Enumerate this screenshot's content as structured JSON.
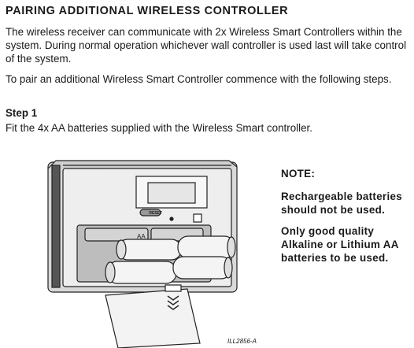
{
  "document": {
    "heading": "PAIRING ADDITIONAL WIRELESS CONTROLLER",
    "paragraphs": [
      "The wireless receiver can communicate with 2x Wireless Smart Controllers within the system. During normal operation whichever wall controller is used last will take control of the system.",
      "To pair an additional Wireless Smart Controller commence with the following steps."
    ],
    "step": {
      "title": "Step 1",
      "text": "Fit the 4x AA batteries supplied with the Wireless Smart controller."
    }
  },
  "illustration": {
    "reset_label": "RESET",
    "battery_label": "AA",
    "illustration_id": "ILL2856-A"
  },
  "note": {
    "title": "NOTE:",
    "lines": [
      "Rechargeable batteries should not be used.",
      "Only good quality Alkaline or Lithium AA batteries to be used."
    ]
  }
}
